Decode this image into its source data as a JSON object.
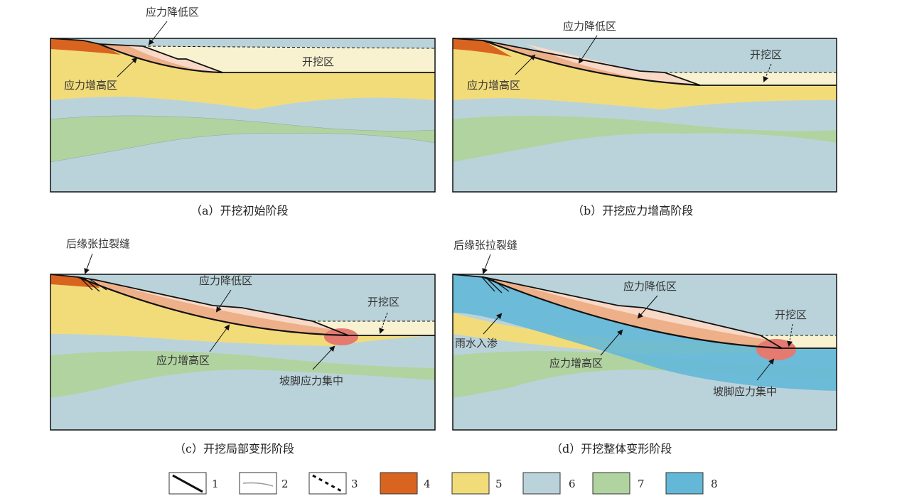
{
  "colors": {
    "fill_4": "#d9641f",
    "fill_5": "#f2dc7a",
    "fill_6": "#bad3da",
    "fill_7": "#b1d3a0",
    "fill_8": "#63b8d8",
    "excavation": "#f8f2d0",
    "stress_high": "#eeb088",
    "stress_low": "#f8d9c8",
    "toe": "#e47a70"
  },
  "panels": {
    "a": {
      "caption": "（a）开挖初始阶段",
      "stress_low": "应力降低区",
      "stress_high": "应力增高区",
      "excavation": "开挖区"
    },
    "b": {
      "caption": "（b）开挖应力增高阶段",
      "stress_low": "应力降低区",
      "stress_high": "应力增高区",
      "excavation": "开挖区"
    },
    "c": {
      "caption": "（c）开挖局部变形阶段",
      "crack": "后缘张拉裂缝",
      "stress_low": "应力降低区",
      "stress_high": "应力增高区",
      "excavation": "开挖区",
      "toe": "坡脚应力集中"
    },
    "d": {
      "caption": "（d）开挖整体变形阶段",
      "crack": "后缘张拉裂缝",
      "stress_low": "应力降低区",
      "stress_high": "应力增高区",
      "excavation": "开挖区",
      "toe": "坡脚应力集中",
      "rain": "雨水入渗"
    }
  },
  "legend": [
    "1",
    "2",
    "3",
    "4",
    "5",
    "6",
    "7",
    "8"
  ]
}
